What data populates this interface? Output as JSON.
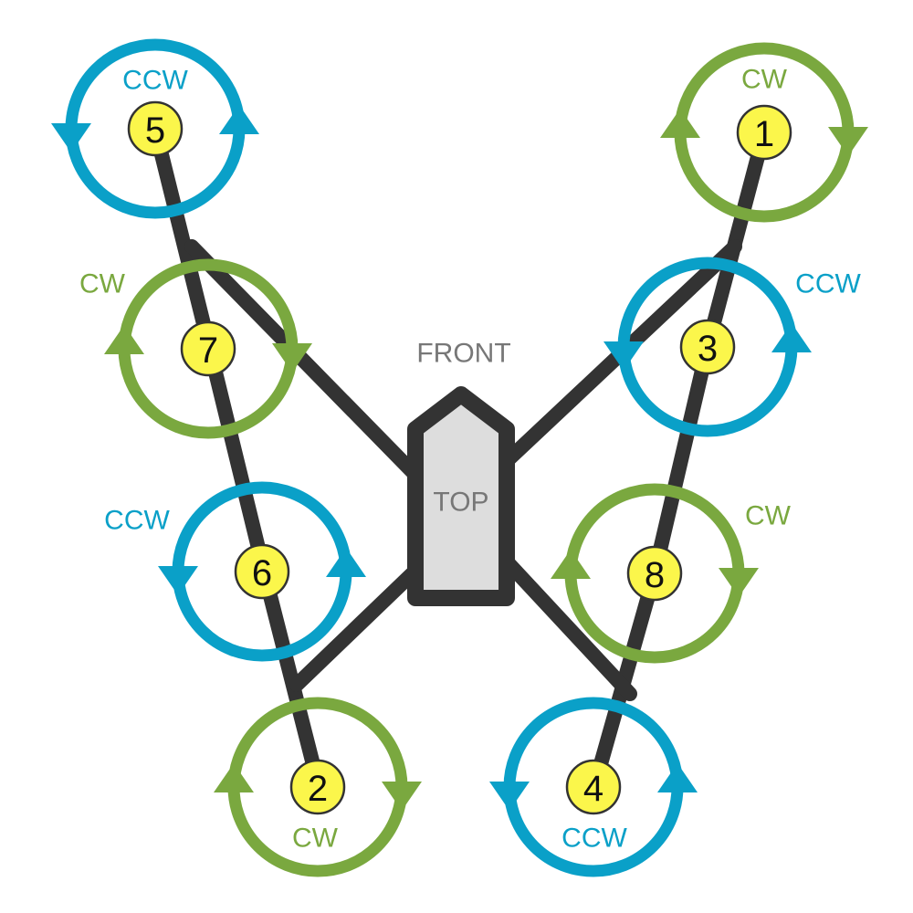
{
  "front_label": "FRONT",
  "top_label": "TOP",
  "colors": {
    "cw": "#7aa83f",
    "ccw": "#0aa0c8",
    "frame": "#333333",
    "body_fill": "#dddddd",
    "hub_fill": "#fbf64b"
  },
  "motors": [
    {
      "number": "1",
      "direction": "CW"
    },
    {
      "number": "2",
      "direction": "CW"
    },
    {
      "number": "3",
      "direction": "CCW"
    },
    {
      "number": "4",
      "direction": "CCW"
    },
    {
      "number": "5",
      "direction": "CCW"
    },
    {
      "number": "6",
      "direction": "CCW"
    },
    {
      "number": "7",
      "direction": "CW"
    },
    {
      "number": "8",
      "direction": "CW"
    }
  ]
}
